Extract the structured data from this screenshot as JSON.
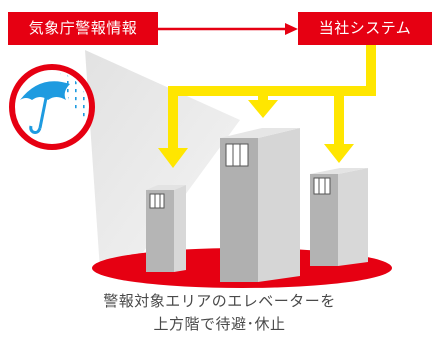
{
  "source_box": {
    "label": "気象庁警報情報"
  },
  "target_box": {
    "label": "当社システム"
  },
  "caption": {
    "line1": "警報対象エリアのエレベーターを",
    "line2": "上方階で待避･休止"
  },
  "icons": {
    "weather": "umbrella-rain-icon"
  },
  "colors": {
    "red": "#e60012",
    "arrow_yellow": "#ffe600",
    "umbrella_blue": "#1e9be0",
    "building_gray": "#b4b4b4"
  }
}
